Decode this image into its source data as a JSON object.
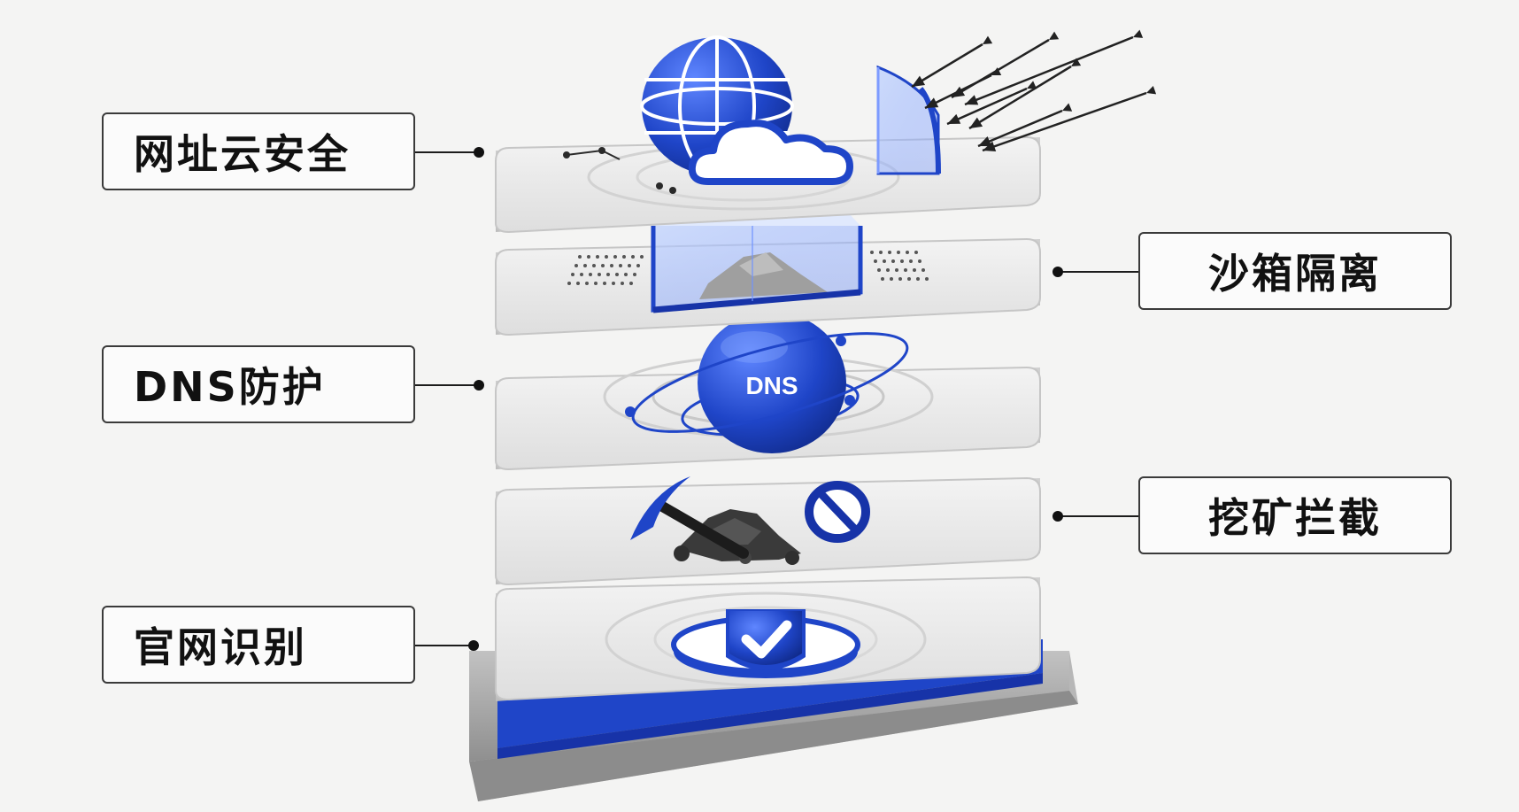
{
  "layers": [
    {
      "key": "url-cloud-security",
      "label": "网址云安全",
      "side": "left"
    },
    {
      "key": "sandbox-isolation",
      "label": "沙箱隔离",
      "side": "right"
    },
    {
      "key": "dns-protection",
      "label": "DNS防护",
      "side": "left"
    },
    {
      "key": "mining-block",
      "label": "挖矿拦截",
      "side": "right"
    },
    {
      "key": "official-site-recognition",
      "label": "官网识别",
      "side": "left"
    }
  ],
  "dns_globe_text": "DNS",
  "colors": {
    "accent_blue": "#1f45c8",
    "deep_blue": "#1733a8",
    "plate": "#e7e7e7",
    "plate_edge": "#d2d2d2",
    "base_stone": "#a9a9a9",
    "ink": "#111111"
  }
}
